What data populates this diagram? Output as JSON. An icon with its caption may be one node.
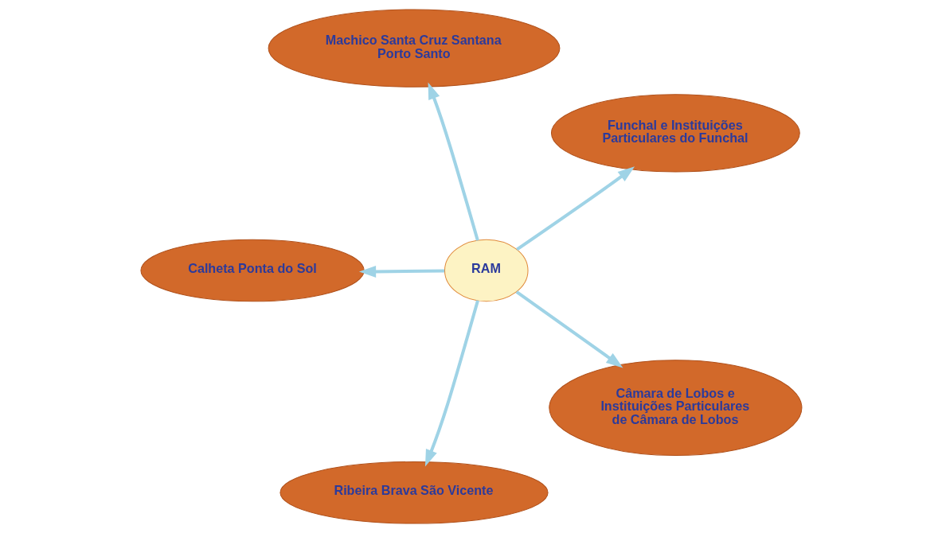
{
  "diagram": {
    "nodes": [
      {
        "text": [
          "Funchal e Instituições Particulares do Funchal"
        ]
      },
      {
        "text": [
          "Machico Santa Cruz Santana Porto Santo"
        ]
      },
      {
        "text": [
          "RAM"
        ]
      },
      {
        "text": [
          "Calheta Ponta do Sol"
        ]
      },
      {
        "text": [
          "Ribeira Brava São Vicente"
        ]
      },
      {
        "text": [
          "Câmara de Lobos e Instituições Particulares de Câmara de Lobos"
        ]
      }
    ],
    "edges": [
      {
        "from": 2,
        "to": 0,
        "arrow": "to"
      },
      {
        "from": 2,
        "to": 1,
        "arrow": "to"
      },
      {
        "from": 2,
        "to": 3,
        "arrow": "to"
      },
      {
        "from": 2,
        "to": 4,
        "arrow": "to"
      },
      {
        "from": 2,
        "to": 5,
        "arrow": "to"
      }
    ]
  }
}
